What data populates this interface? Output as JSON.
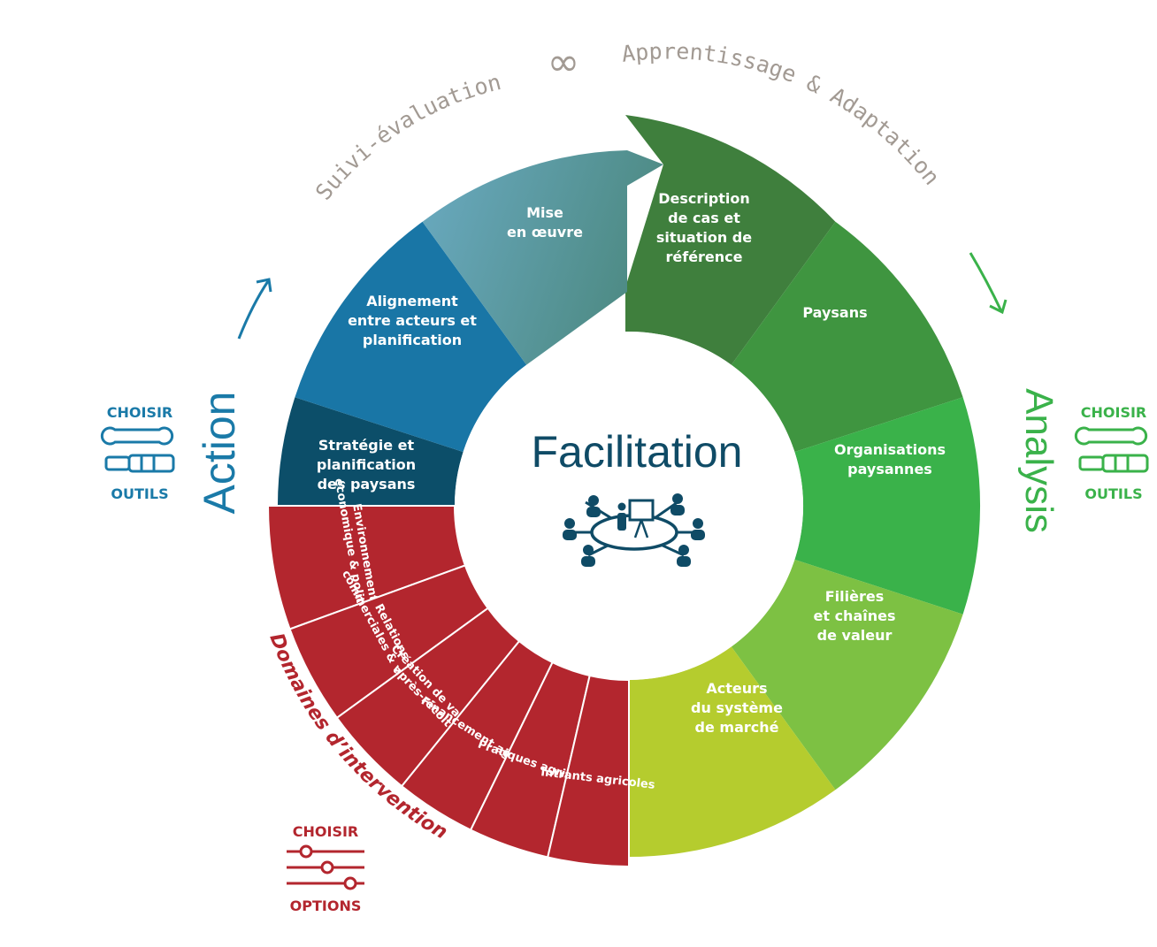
{
  "center": {
    "title": "Facilitation",
    "icon": "meeting-table-icon"
  },
  "top_cycle": {
    "left_label": "Suivi-évaluation",
    "right_label": "Apprentissage & Adaptation",
    "symbol": "∞"
  },
  "phases": {
    "action": "Action",
    "analysis": "Analysis",
    "domains": "Domaines d’intervention"
  },
  "segments": [
    {
      "id": "description",
      "lines": [
        "Description",
        "de cas et",
        "situation de",
        "référence"
      ],
      "color": "#3f7f3d"
    },
    {
      "id": "paysans",
      "lines": [
        "Paysans"
      ],
      "color": "#3f9540"
    },
    {
      "id": "organisations",
      "lines": [
        "Organisations",
        "paysannes"
      ],
      "color": "#3ab24a"
    },
    {
      "id": "filieres",
      "lines": [
        "Filières",
        "et chaînes",
        "de valeur"
      ],
      "color": "#7dc143"
    },
    {
      "id": "acteurs",
      "lines": [
        "Acteurs",
        "du système",
        "de marché"
      ],
      "color": "#b5cc2e"
    },
    {
      "id": "strategie",
      "lines": [
        "Stratégie et",
        "planification",
        "des paysans"
      ],
      "color": "#0c4e69"
    },
    {
      "id": "alignement",
      "lines": [
        "Alignement",
        "entre acteurs et",
        "planification"
      ],
      "color": "#1976a6"
    },
    {
      "id": "mise",
      "lines": [
        "Mise",
        "en œuvre"
      ],
      "color": "#5f9fb2"
    }
  ],
  "domains": [
    {
      "id": "environnement",
      "lines": [
        "Environnement",
        "économique & politique"
      ]
    },
    {
      "id": "relations",
      "lines": [
        "Relations",
        "commerciales & ventes"
      ]
    },
    {
      "id": "creation",
      "lines": [
        "Création de valeur",
        "après-récolte"
      ]
    },
    {
      "id": "financement",
      "lines": [
        "Financement agricole"
      ]
    },
    {
      "id": "pratiques",
      "lines": [
        "Pratiques agricoles"
      ]
    },
    {
      "id": "intrants",
      "lines": [
        "Intrants agricoles"
      ]
    }
  ],
  "choose_tools_left": {
    "top": "CHOISIR",
    "bottom": "OUTILS",
    "icon": "tools-icon",
    "color": "#1a7aa8"
  },
  "choose_tools_right": {
    "top": "CHOISIR",
    "bottom": "OUTILS",
    "icon": "tools-icon",
    "color": "#3ab24a"
  },
  "choose_options": {
    "top": "CHOISIR",
    "bottom": "OPTIONS",
    "icon": "sliders-icon",
    "color": "#b3262e"
  },
  "colors": {
    "action": "#1a7aa8",
    "analysis": "#3ab24a",
    "domains": "#b3262e",
    "center_text": "#0f4b66",
    "arc_text": "#a29a93"
  }
}
